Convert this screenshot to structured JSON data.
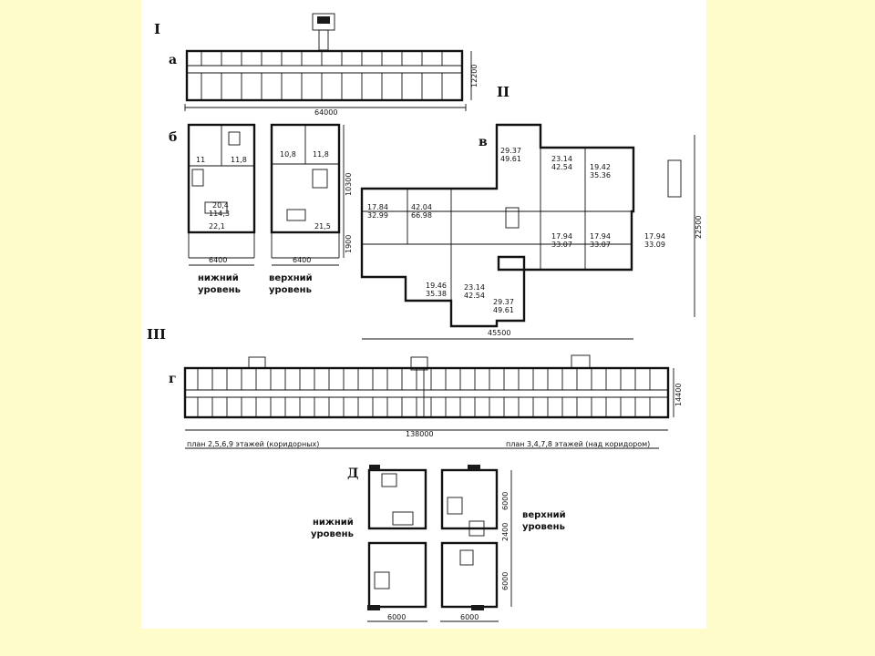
{
  "sections": {
    "I": "I",
    "II": "II",
    "III": "III"
  },
  "letters": {
    "a": "а",
    "b": "б",
    "v": "в",
    "g": "г",
    "d": "Д"
  },
  "dimensions": {
    "a_width": "64000",
    "a_depth": "12200",
    "b_lower_width": "6400",
    "b_upper_width": "6400",
    "b_height_main": "10300",
    "b_height_small": "1900",
    "v_width": "45500",
    "v_depth": "22500",
    "g_width": "138000",
    "g_depth": "14400",
    "d_width_left": "6000",
    "d_width_right": "6000",
    "d_h1": "6000",
    "d_h2": "2400",
    "d_h3": "6000"
  },
  "levels": {
    "b_lower_1": "нижний",
    "b_lower_2": "уровень",
    "b_upper_1": "верхний",
    "b_upper_2": "уровень",
    "d_lower_1": "нижний",
    "d_lower_2": "уровень",
    "d_upper_1": "верхний",
    "d_upper_2": "уровень"
  },
  "plan_captions": {
    "g_left": "план 2,5,6,9 этажей (коридорных)",
    "g_right": "план 3,4,7,8 этажей (над коридором)"
  },
  "areas_b": {
    "lower_r1": "11",
    "lower_r2": "11,8",
    "lower_r3": "20,4",
    "lower_r4": "114,3",
    "lower_r5": "22,1",
    "upper_r1": "10,8",
    "upper_r2": "11,8",
    "upper_r3": "21,5"
  },
  "areas_v": [
    {
      "id": "v1",
      "top": "29.37",
      "bottom": "49.61"
    },
    {
      "id": "v2",
      "top": "23.14",
      "bottom": "42.54"
    },
    {
      "id": "v3",
      "top": "19.42",
      "bottom": "35.36"
    },
    {
      "id": "v4",
      "top": "17.84",
      "bottom": "32.99"
    },
    {
      "id": "v5",
      "top": "42.04",
      "bottom": "66.98"
    },
    {
      "id": "v6",
      "top": "17.94",
      "bottom": "33.07"
    },
    {
      "id": "v7",
      "top": "17.94",
      "bottom": "33.07"
    },
    {
      "id": "v8",
      "top": "17.94",
      "bottom": "33.09"
    },
    {
      "id": "v9",
      "top": "19.46",
      "bottom": "35.38"
    },
    {
      "id": "v10",
      "top": "23.14",
      "bottom": "42.54"
    },
    {
      "id": "v11",
      "top": "29.37",
      "bottom": "49.61"
    }
  ]
}
